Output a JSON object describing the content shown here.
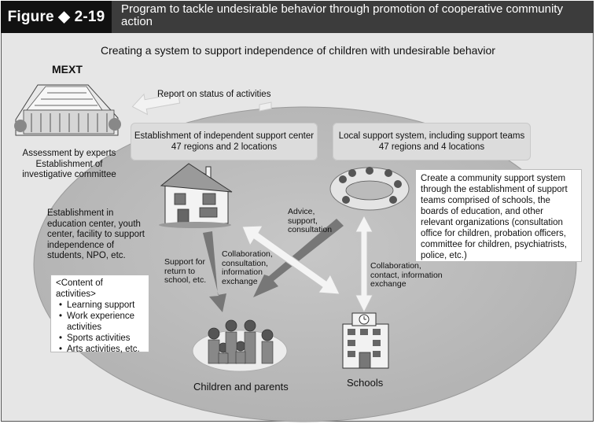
{
  "header": {
    "figure_label": "Figure ◆ 2-19",
    "title": "Program to tackle undesirable behavior through promotion of cooperative community action"
  },
  "subtitle": "Creating a system to support independence of children with undesirable behavior",
  "mext": {
    "label": "MEXT",
    "caption_line1": "Assessment by experts",
    "caption_line2": "Establishment of",
    "caption_line3": "investigative committee"
  },
  "report_label": "Report on status of activities",
  "support_center": {
    "line1": "Establishment of independent support center",
    "line2": "47 regions and 2 locations"
  },
  "local_support": {
    "line1": "Local support system, including support teams",
    "line2": "47 regions and 4 locations"
  },
  "community_box": {
    "text": "Create a community support system through the establishment of support teams comprised of schools, the boards of education, and other relevant organizations (consultation office for children, probation officers, committee for children, psychiatrists, police, etc.)"
  },
  "establishment_text": "Establishment in education center, youth center, facility to support independence of students, NPO, etc.",
  "activities": {
    "heading": "<Content of activities>",
    "items": [
      "Learning support",
      "Work experience activities",
      "Sports activities",
      "Arts activities, etc."
    ]
  },
  "arrows": {
    "support_return": "Support for return to school, etc.",
    "collab_consult": "Collaboration, consultation, information exchange",
    "advice": "Advice, support, consultation",
    "collab_contact": "Collaboration, contact, information exchange"
  },
  "children_label": "Children and parents",
  "schools_label": "Schools"
}
